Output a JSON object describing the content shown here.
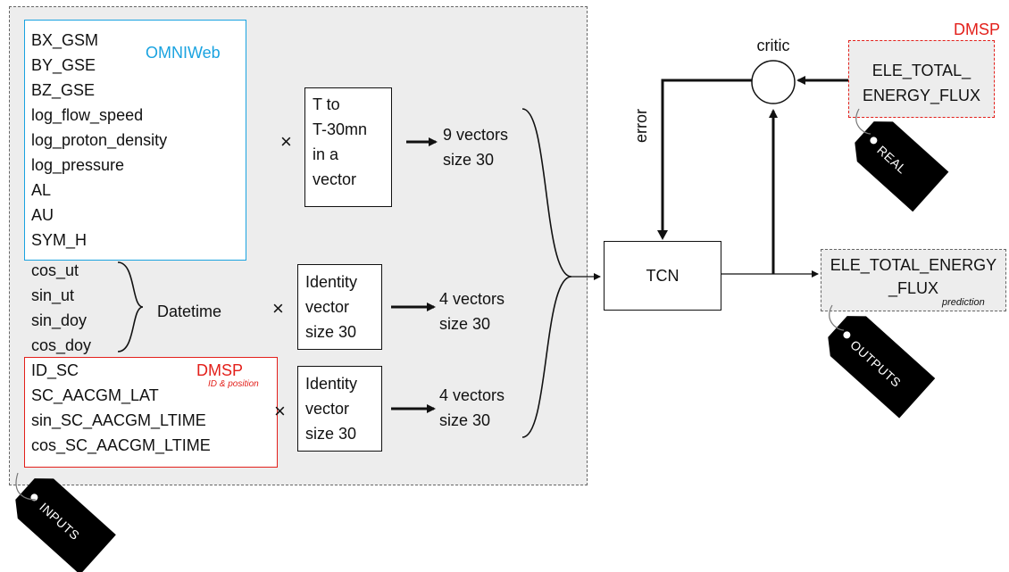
{
  "omni": {
    "title": "OMNIWeb",
    "variables": [
      "BX_GSM",
      "BY_GSE",
      "BZ_GSE",
      "log_flow_speed",
      "log_proton_density",
      "log_pressure",
      "AL",
      "AU",
      "SYM_H"
    ],
    "op": "×",
    "transform": [
      "T to",
      "T-30mn",
      "in a",
      "vector"
    ],
    "result": [
      "9 vectors",
      "size 30"
    ]
  },
  "datetime": {
    "variables": [
      "cos_ut",
      "sin_ut",
      "sin_doy",
      "cos_doy"
    ],
    "label": "Datetime",
    "op": "×",
    "transform": [
      "Identity",
      "vector",
      "size 30"
    ],
    "result": [
      "4 vectors",
      "size 30"
    ]
  },
  "dmsp_inputs": {
    "title": "DMSP",
    "subtitle": "ID & position",
    "variables": [
      "ID_SC",
      "SC_AACGM_LAT",
      "sin_SC_AACGM_LTIME",
      "cos_SC_AACGM_LTIME"
    ],
    "op": "×",
    "transform": [
      "Identity",
      "vector",
      "size 30"
    ],
    "result": [
      "4 vectors",
      "size 30"
    ]
  },
  "tcn": {
    "label": "TCN"
  },
  "critic": {
    "label": "critic"
  },
  "error": {
    "label": "error"
  },
  "real": {
    "title": "DMSP",
    "value": [
      "ELE_TOTAL_",
      "ENERGY_FLUX"
    ],
    "tag": "REAL"
  },
  "output": {
    "value": [
      "ELE_TOTAL_ENERGY",
      "_FLUX"
    ],
    "note": "prediction",
    "tag": "OUTPUTS"
  },
  "inputs_tag": "INPUTS",
  "colors": {
    "omni": "#1aa3e0",
    "dmsp": "#e3201b",
    "panel": "#ededed",
    "tag": "#000000"
  }
}
